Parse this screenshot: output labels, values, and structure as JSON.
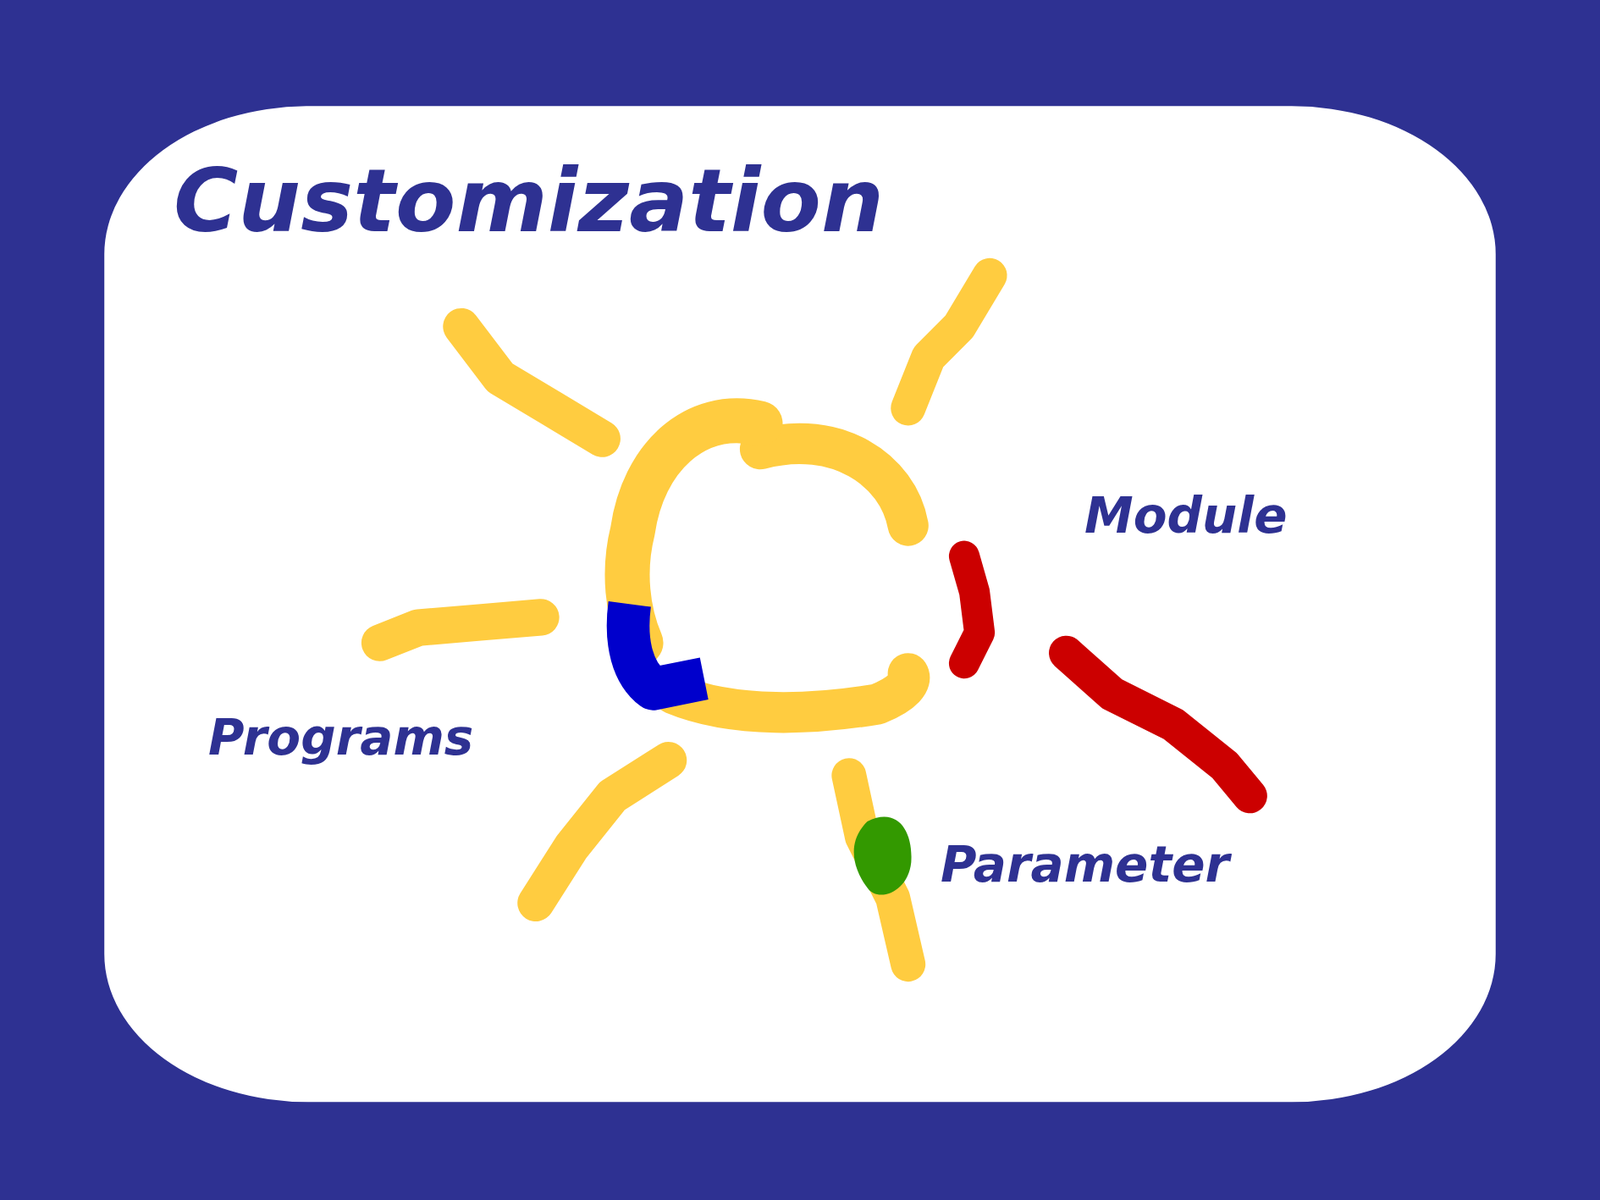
{
  "diagram": {
    "title": "Customization",
    "labels": [
      "Module",
      "Programs",
      "Parameter"
    ]
  }
}
